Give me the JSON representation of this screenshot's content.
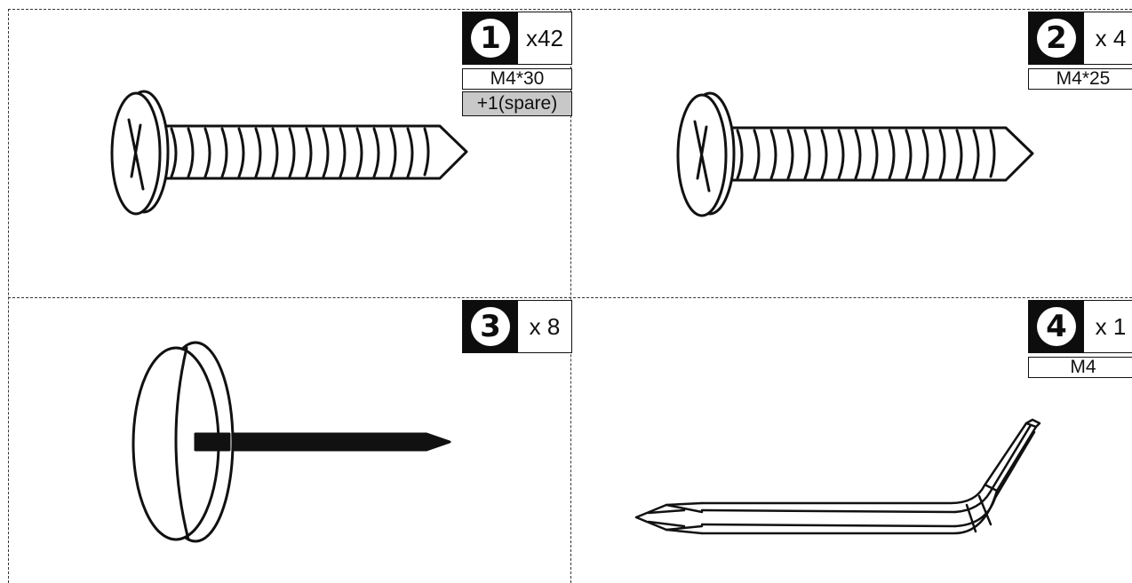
{
  "parts": [
    {
      "number": "1",
      "quantity": "x42",
      "size": "M4*30",
      "spare": "+1(spare)",
      "icon": "wood-screw-icon"
    },
    {
      "number": "2",
      "quantity": "x 4",
      "size": "M4*25",
      "icon": "wood-screw-icon"
    },
    {
      "number": "3",
      "quantity": "x 8",
      "icon": "nail-glide-icon"
    },
    {
      "number": "4",
      "quantity": "x 1",
      "size": "M4",
      "icon": "hex-key-icon"
    }
  ]
}
